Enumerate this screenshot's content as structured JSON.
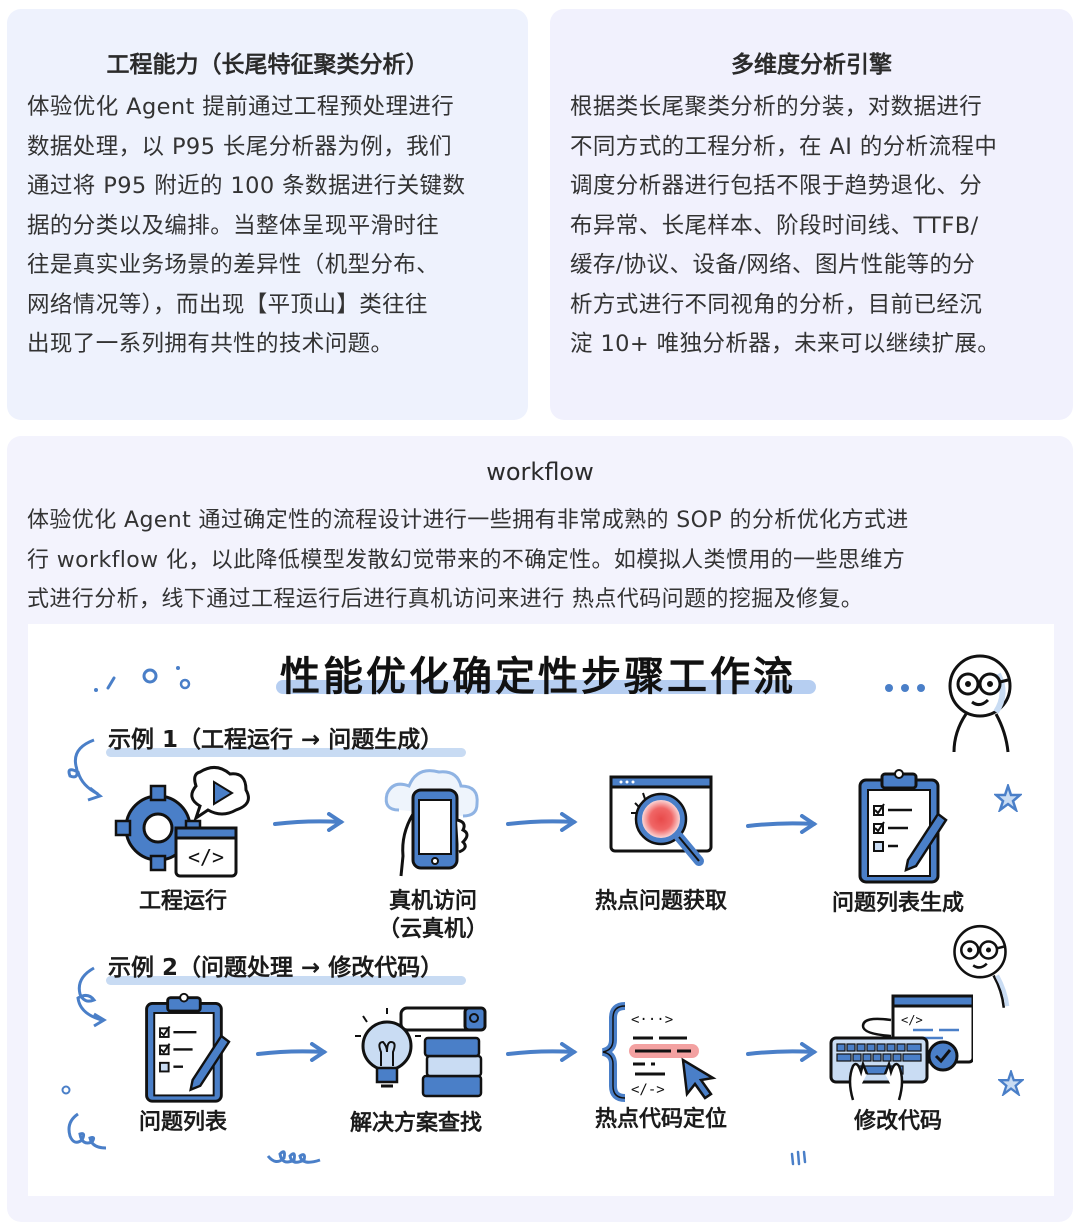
{
  "cards": {
    "engineering": {
      "title": "工程能力（长尾特征聚类分析）",
      "lines": [
        "体验优化 Agent 提前通过工程预处理进行",
        "数据处理，以 P95 长尾分析器为例，我们",
        "通过将 P95 附近的 100 条数据进行关键数",
        "据的分类以及编排。当整体呈现平滑时往",
        "往是真实业务场景的差异性（机型分布、",
        "网络情况等），而出现【平顶山】类往往",
        "出现了一系列拥有共性的技术问题。"
      ]
    },
    "multidim": {
      "title": "多维度分析引擎",
      "lines": [
        "根据类长尾聚类分析的分装，对数据进行",
        "不同方式的工程分析，在 AI 的分析流程中",
        "调度分析器进行包括不限于趋势退化、分",
        "布异常、长尾样本、阶段时间线、TTFB/",
        "缓存/协议、设备/网络、图片性能等的分",
        "析方式进行不同视角的分析，目前已经沉",
        "淀 10+ 唯独分析器，未来可以继续扩展。"
      ]
    },
    "workflow": {
      "title": "workflow",
      "lines": [
        "体验优化 Agent 通过确定性的流程设计进行一些拥有非常成熟的 SOP 的分析优化方式进",
        "行 workflow 化，以此降低模型发散幻觉带来的不确定性。如模拟人类惯用的一些思维方",
        "式进行分析，线下通过工程运行后进行真机访问来进行 热点代码问题的挖掘及修复。"
      ]
    }
  },
  "illustration": {
    "title": "性能优化确定性步骤工作流",
    "example1": {
      "label": "示例 1（工程运行 → 问题生成）",
      "steps": [
        {
          "label": "工程运行",
          "icon": "gear-code-play-icon"
        },
        {
          "label": "真机访问\n（云真机）",
          "label_line1": "真机访问",
          "label_line2": "（云真机）",
          "icon": "phone-cloud-icon"
        },
        {
          "label": "热点问题获取",
          "icon": "magnifier-hotspot-icon"
        },
        {
          "label": "问题列表生成",
          "icon": "clipboard-checklist-icon"
        }
      ]
    },
    "example2": {
      "label": "示例 2（问题处理 → 修改代码）",
      "steps": [
        {
          "label": "问题列表",
          "icon": "clipboard-checklist-icon"
        },
        {
          "label": "解决方案查找",
          "icon": "lightbulb-books-search-icon"
        },
        {
          "label": "热点代码定位",
          "icon": "code-highlight-cursor-icon"
        },
        {
          "label": "修改代码",
          "icon": "keyboard-code-check-icon"
        }
      ]
    },
    "colors": {
      "accent": "#4a7fc8",
      "accent_light": "#a9c6ee",
      "hotspot": "#e84a4a",
      "ink": "#111111"
    }
  }
}
